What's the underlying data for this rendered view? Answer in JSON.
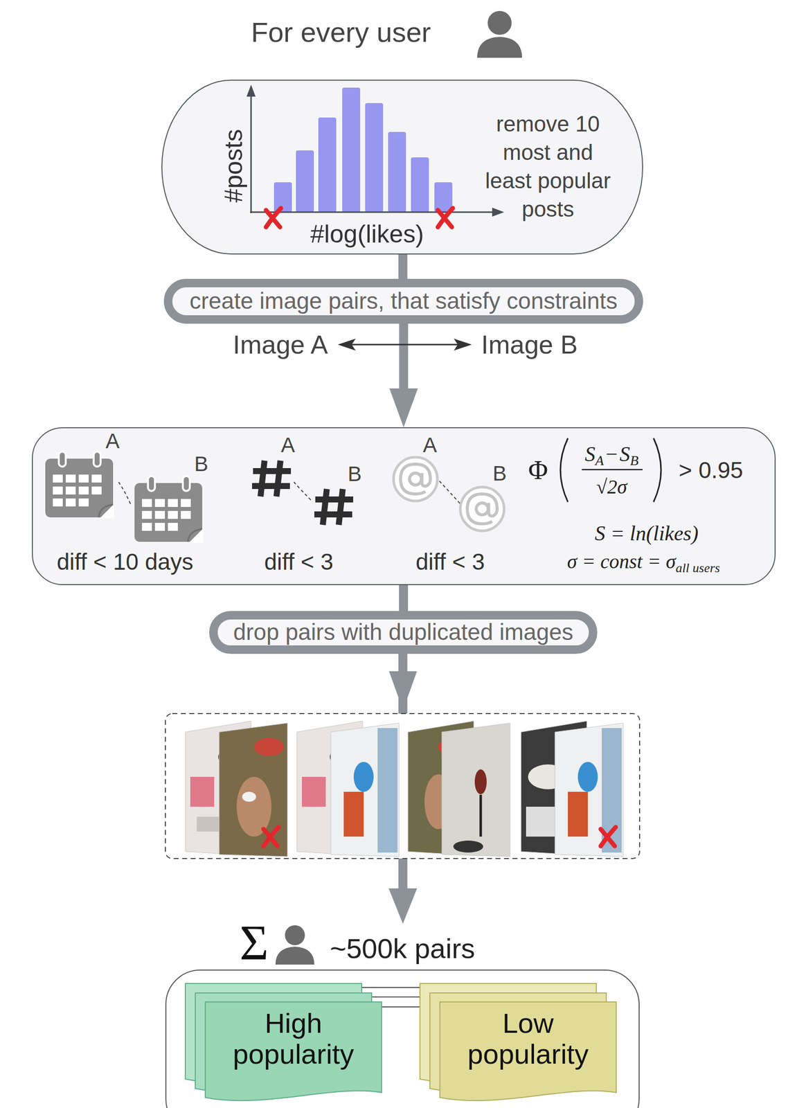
{
  "diagram": {
    "title": "For every user",
    "nodes": [
      {
        "text": [
          "#posts",
          "#log(likes)",
          "remove 10 most and least popular posts"
        ]
      },
      {
        "text": [
          "create image pairs, that satisfy constraints"
        ]
      },
      {
        "text": [
          "diff < 10 days",
          "diff < 3",
          "diff < 3"
        ]
      },
      {
        "text": [
          "drop pairs with duplicated images"
        ]
      },
      {
        "text": [
          "~500k pairs"
        ]
      },
      {
        "text": [
          "High popularity"
        ],
        "in": 4
      },
      {
        "text": [
          "Low popularity"
        ],
        "in": 4
      }
    ],
    "edges": [
      {
        "from": 0,
        "to": 1,
        "arrow": "none"
      },
      {
        "from": 1,
        "to": 2,
        "arrow": "to"
      },
      {
        "from": 2,
        "to": 3,
        "arrow": "none"
      },
      {
        "from": 3,
        "to": 4,
        "arrow": "to"
      },
      {
        "from": 5,
        "to": 6,
        "arrow": "none"
      }
    ],
    "labels": [
      "Image A",
      "Image B",
      "A",
      "B",
      "A",
      "B",
      "A",
      "B",
      "Φ",
      "S",
      "A",
      "−",
      "S",
      "B",
      "√2σ",
      "> 0.95",
      "S = ln(likes)",
      "σ = const = σ",
      "all users",
      "Σ"
    ]
  }
}
